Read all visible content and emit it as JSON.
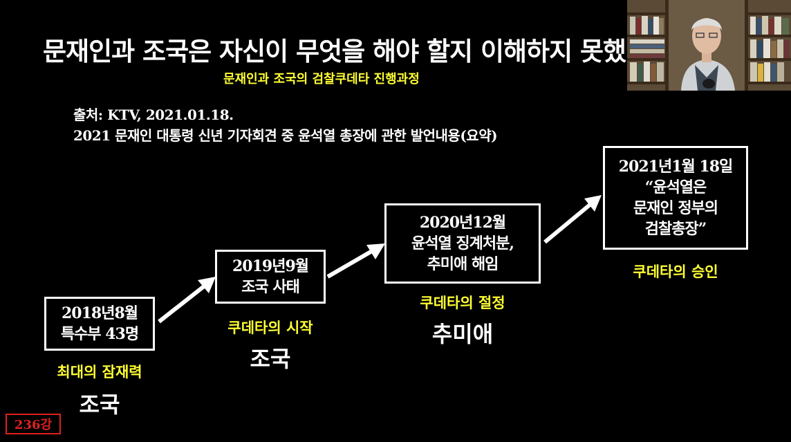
{
  "title": "문재인과 조국은 자신이 무엇을 해야 할지 이해하지 못했다",
  "subtitle": "문재인과 조국의 검찰쿠데타 진행과정",
  "source": {
    "line1": "출처: KTV, 2021.01.18.",
    "line2": "2021 문재인 대통령 신년 기자회견 중 윤석열 총장에 관한 발언내용(요약)"
  },
  "timeline": [
    {
      "lines": [
        "2018년8월",
        "특수부 43명"
      ],
      "label": "최대의 잠재력",
      "person": "조국"
    },
    {
      "lines": [
        "2019년9월",
        "조국 사태"
      ],
      "label": "쿠데타의 시작",
      "person": "조국"
    },
    {
      "lines": [
        "2020년12월",
        "윤석열 징계처분,",
        "추미애 해임"
      ],
      "label": "쿠데타의 절정",
      "person": "추미애"
    },
    {
      "lines": [
        "2021년1월 18일",
        "“윤석열은",
        "문재인 정부의",
        "검찰총장”"
      ],
      "label": "쿠데타의 승인"
    }
  ],
  "lecture_badge": "236강",
  "colors": {
    "background": "#000000",
    "text": "#ffffff",
    "accent_yellow": "#ffff33",
    "badge_red": "#e02020"
  },
  "icons": {
    "arrow": "white-diagonal-arrow",
    "webcam": "presenter-webcam-overlay"
  }
}
